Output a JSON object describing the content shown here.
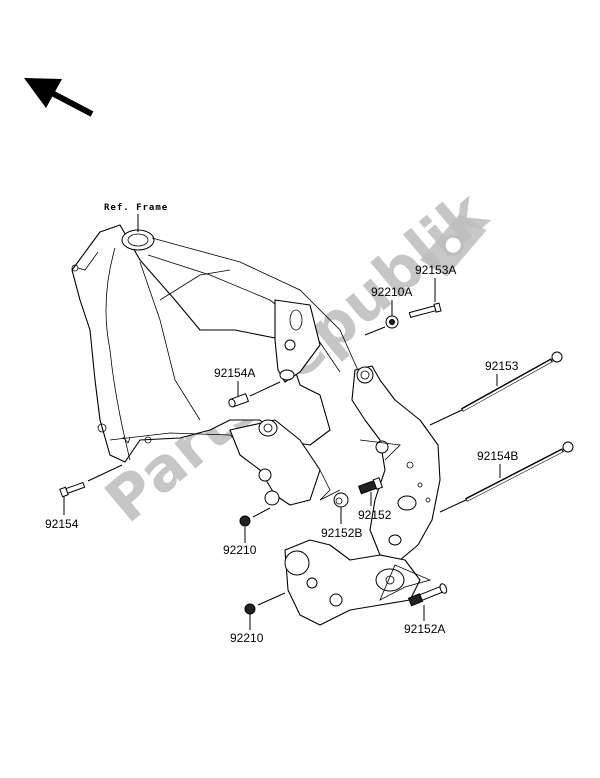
{
  "diagram": {
    "title": "Engine Mount",
    "direction_arrow": "front-direction-arrow",
    "reference_label": "Ref. Frame",
    "watermark": "PartsRepublik",
    "colors": {
      "line": "#000000",
      "background": "#ffffff",
      "watermark": "#bdbdbd"
    },
    "parts": [
      {
        "id": "92153A",
        "label": "92153A",
        "type": "bolt"
      },
      {
        "id": "92210A",
        "label": "92210A",
        "type": "nut"
      },
      {
        "id": "92153",
        "label": "92153",
        "type": "long-bolt"
      },
      {
        "id": "92154A",
        "label": "92154A",
        "type": "collar"
      },
      {
        "id": "92154B",
        "label": "92154B",
        "type": "long-bolt"
      },
      {
        "id": "92154",
        "label": "92154",
        "type": "bolt"
      },
      {
        "id": "92152",
        "label": "92152",
        "type": "adjuster-collar"
      },
      {
        "id": "92152B",
        "label": "92152B",
        "type": "collar"
      },
      {
        "id": "92210-upper",
        "label": "92210",
        "type": "nut"
      },
      {
        "id": "92210-lower",
        "label": "92210",
        "type": "nut"
      },
      {
        "id": "92152A",
        "label": "92152A",
        "type": "collar"
      }
    ]
  }
}
